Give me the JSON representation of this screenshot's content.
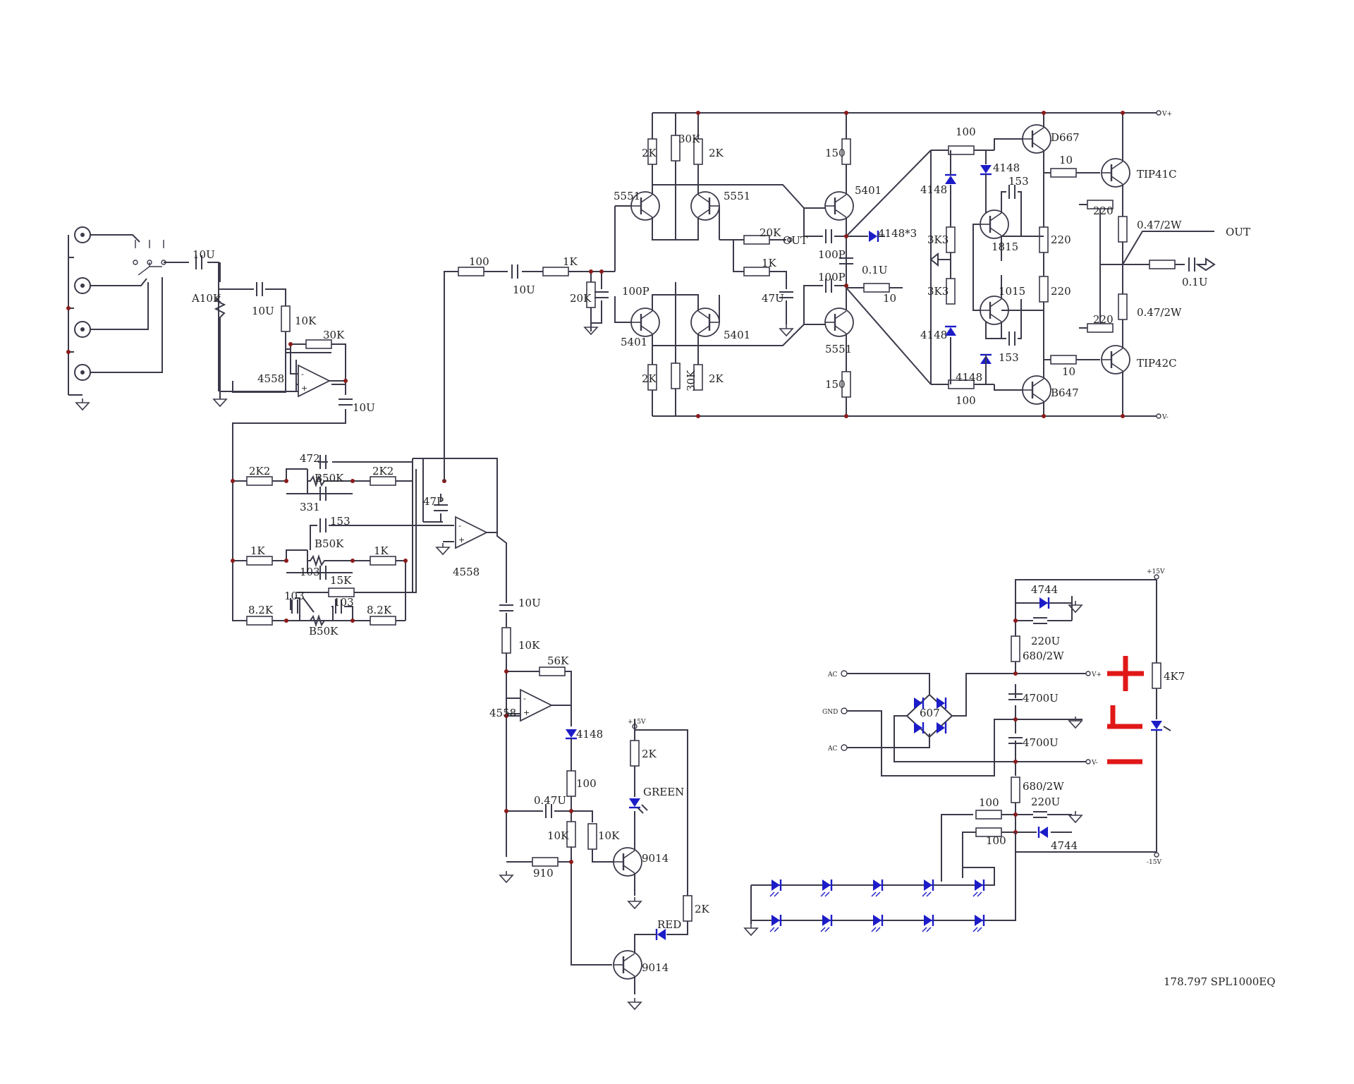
{
  "colors": {
    "wire": "#3a3a4a",
    "diode": "#1c1cc8",
    "polarity_marks": "#e01818",
    "junction": "#8b1a1a"
  },
  "labels": [
    {
      "id": "c-10u-in",
      "text": "10U"
    },
    {
      "id": "pot-a10k",
      "text": "A10K"
    },
    {
      "id": "c-10u-2",
      "text": "10U"
    },
    {
      "id": "r-10k-1",
      "text": "10K"
    },
    {
      "id": "r-30k-1",
      "text": "30K"
    },
    {
      "id": "op-4558-1",
      "text": "4558"
    },
    {
      "id": "c-10u-3",
      "text": "10U"
    },
    {
      "id": "r-100-in",
      "text": "100"
    },
    {
      "id": "c-10u-4",
      "text": "10U"
    },
    {
      "id": "r-1k-in",
      "text": "1K"
    },
    {
      "id": "r-20k-in",
      "text": "20K"
    },
    {
      "id": "c-100p-in",
      "text": "100P"
    },
    {
      "id": "r-2k-a",
      "text": "2K"
    },
    {
      "id": "r-30k-a",
      "text": "30K"
    },
    {
      "id": "r-2k-b",
      "text": "2K"
    },
    {
      "id": "q-5551-a",
      "text": "5551"
    },
    {
      "id": "q-5551-b",
      "text": "5551"
    },
    {
      "id": "q-5401-a",
      "text": "5401"
    },
    {
      "id": "q-5401-b",
      "text": "5401"
    },
    {
      "id": "r-2k-c",
      "text": "2K"
    },
    {
      "id": "r-30k-b",
      "text": "30K"
    },
    {
      "id": "r-2k-d",
      "text": "2K"
    },
    {
      "id": "r-20k-fb",
      "text": "20K"
    },
    {
      "id": "out-fb",
      "text": "OUT"
    },
    {
      "id": "r-1k-fb",
      "text": "1K"
    },
    {
      "id": "c-47u",
      "text": "47U"
    },
    {
      "id": "r-150-a",
      "text": "150"
    },
    {
      "id": "q-5401-c",
      "text": "5401"
    },
    {
      "id": "d-4148x3",
      "text": "4148*3"
    },
    {
      "id": "c-100p-a",
      "text": "100P"
    },
    {
      "id": "c-01u-a",
      "text": "0.1U"
    },
    {
      "id": "c-100p-b",
      "text": "100P"
    },
    {
      "id": "r-10-a",
      "text": "10"
    },
    {
      "id": "q-5551-c",
      "text": "5551"
    },
    {
      "id": "r-150-b",
      "text": "150"
    },
    {
      "id": "r-100-a",
      "text": "100"
    },
    {
      "id": "q-d667",
      "text": "D667"
    },
    {
      "id": "d-4148-a",
      "text": "4148"
    },
    {
      "id": "d-4148-b",
      "text": "4148"
    },
    {
      "id": "c-153-a",
      "text": "153"
    },
    {
      "id": "r-10-b",
      "text": "10"
    },
    {
      "id": "q-tip41c",
      "text": "TIP41C"
    },
    {
      "id": "r-3k3-a",
      "text": "3K3"
    },
    {
      "id": "q-1815",
      "text": "1815"
    },
    {
      "id": "r-220-a",
      "text": "220"
    },
    {
      "id": "r-220-b",
      "text": "220"
    },
    {
      "id": "r-047-a",
      "text": "0.47/2W"
    },
    {
      "id": "out-main",
      "text": "OUT"
    },
    {
      "id": "c-01u-b",
      "text": "0.1U"
    },
    {
      "id": "r-3k3-b",
      "text": "3K3"
    },
    {
      "id": "q-1015",
      "text": "1015"
    },
    {
      "id": "r-220-c",
      "text": "220"
    },
    {
      "id": "r-047-b",
      "text": "0.47/2W"
    },
    {
      "id": "r-220-d",
      "text": "220"
    },
    {
      "id": "d-4148-c",
      "text": "4148"
    },
    {
      "id": "c-153-b",
      "text": "153"
    },
    {
      "id": "r-10-c",
      "text": "10"
    },
    {
      "id": "q-tip42c",
      "text": "TIP42C"
    },
    {
      "id": "d-4148-d",
      "text": "4148"
    },
    {
      "id": "r-100-b",
      "text": "100"
    },
    {
      "id": "q-b647",
      "text": "B647"
    },
    {
      "id": "vplus",
      "text": "V+"
    },
    {
      "id": "vminus",
      "text": "V-"
    },
    {
      "id": "c-472",
      "text": "472"
    },
    {
      "id": "r-2k2-a",
      "text": "2K2"
    },
    {
      "id": "pot-b50k-a",
      "text": "B50K"
    },
    {
      "id": "r-2k2-b",
      "text": "2K2"
    },
    {
      "id": "c-331",
      "text": "331"
    },
    {
      "id": "c-47p",
      "text": "47P"
    },
    {
      "id": "c-153-eq",
      "text": "153"
    },
    {
      "id": "r-1k-a",
      "text": "1K"
    },
    {
      "id": "pot-b50k-b",
      "text": "B50K"
    },
    {
      "id": "r-1k-b",
      "text": "1K"
    },
    {
      "id": "c-103-a",
      "text": "103"
    },
    {
      "id": "op-4558-2",
      "text": "4558"
    },
    {
      "id": "r-15k",
      "text": "15K"
    },
    {
      "id": "c-103-b",
      "text": "103"
    },
    {
      "id": "c-103-c",
      "text": "103"
    },
    {
      "id": "r-82k-a",
      "text": "8.2K"
    },
    {
      "id": "r-82k-b",
      "text": "8.2K"
    },
    {
      "id": "pot-b50k-c",
      "text": "B50K"
    },
    {
      "id": "c-10u-5",
      "text": "10U"
    },
    {
      "id": "r-10k-2",
      "text": "10K"
    },
    {
      "id": "r-56k",
      "text": "56K"
    },
    {
      "id": "op-4558-3",
      "text": "4558"
    },
    {
      "id": "d-4148-e",
      "text": "4148"
    },
    {
      "id": "r-100-c",
      "text": "100"
    },
    {
      "id": "c-047u",
      "text": "0.47U"
    },
    {
      "id": "r-10k-3",
      "text": "10K"
    },
    {
      "id": "r-10k-4",
      "text": "10K"
    },
    {
      "id": "r-910",
      "text": "910"
    },
    {
      "id": "v15-led",
      "text": "+15V"
    },
    {
      "id": "r-2k-led",
      "text": "2K"
    },
    {
      "id": "led-green",
      "text": "GREEN"
    },
    {
      "id": "q-9014-a",
      "text": "9014"
    },
    {
      "id": "r-2k-red",
      "text": "2K"
    },
    {
      "id": "led-red",
      "text": "RED"
    },
    {
      "id": "q-9014-b",
      "text": "9014"
    },
    {
      "id": "ac-1",
      "text": "AC"
    },
    {
      "id": "gnd",
      "text": "GND"
    },
    {
      "id": "ac-2",
      "text": "AC"
    },
    {
      "id": "bridge-607",
      "text": "607"
    },
    {
      "id": "z-4744-a",
      "text": "4744"
    },
    {
      "id": "c-220u-a",
      "text": "220U"
    },
    {
      "id": "r-680-a",
      "text": "680/2W"
    },
    {
      "id": "c-4700u-a",
      "text": "4700U"
    },
    {
      "id": "c-4700u-b",
      "text": "4700U"
    },
    {
      "id": "r-680-b",
      "text": "680/2W"
    },
    {
      "id": "r-100-d",
      "text": "100"
    },
    {
      "id": "c-220u-b",
      "text": "220U"
    },
    {
      "id": "r-100-e",
      "text": "100"
    },
    {
      "id": "z-4744-b",
      "text": "4744"
    },
    {
      "id": "v15-plus",
      "text": "+15V"
    },
    {
      "id": "v15-minus",
      "text": "-15V"
    },
    {
      "id": "r-4k7",
      "text": "4K7"
    },
    {
      "id": "psu-vplus",
      "text": "V+"
    },
    {
      "id": "psu-vminus",
      "text": "V-"
    },
    {
      "id": "footer",
      "text": "178.797 SPL1000EQ"
    }
  ]
}
